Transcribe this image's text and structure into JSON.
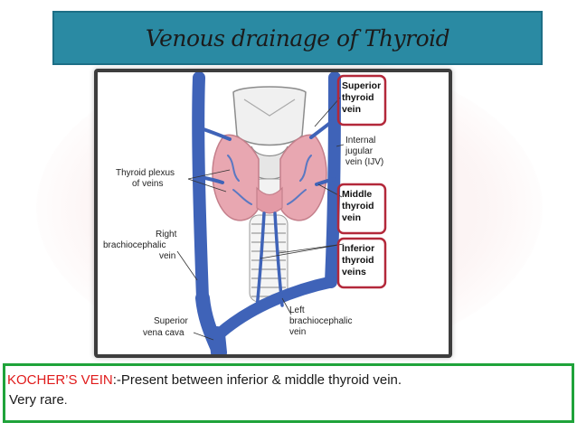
{
  "slide": {
    "title": "Venous drainage of Thyroid"
  },
  "figure": {
    "labels": {
      "superior_thyroid_vein": [
        "Superior",
        "thyroid",
        "vein"
      ],
      "internal_jugular_vein": [
        "Internal",
        "jugular",
        "vein (IJV)"
      ],
      "thyroid_plexus": [
        "Thyroid plexus",
        "of veins"
      ],
      "middle_thyroid_vein": [
        "Middle",
        "thyroid",
        "vein"
      ],
      "right_brachiocephalic_vein": [
        "Right",
        "brachiocephalic",
        "vein"
      ],
      "inferior_thyroid_veins": [
        "Inferior",
        "thyroid",
        "veins"
      ],
      "superior_vena_cava": [
        "Superior",
        "vena cava"
      ],
      "left_brachiocephalic_vein": [
        "Left",
        "brachiocephalic",
        "vein"
      ]
    }
  },
  "caption": {
    "term": "KOCHER’S VEIN",
    "colon": ":-",
    "description": "Present between inferior & middle thyroid vein.",
    "line2": "Very rare",
    "line2_end": "."
  },
  "colors": {
    "title_bg": "#2a8aa3",
    "vein": "#3f63b8",
    "thyroid": "#e8a7b1",
    "highlight_box": "#b3283a",
    "caption_border": "#1fa33a",
    "kocher_text": "#e01b1b"
  }
}
